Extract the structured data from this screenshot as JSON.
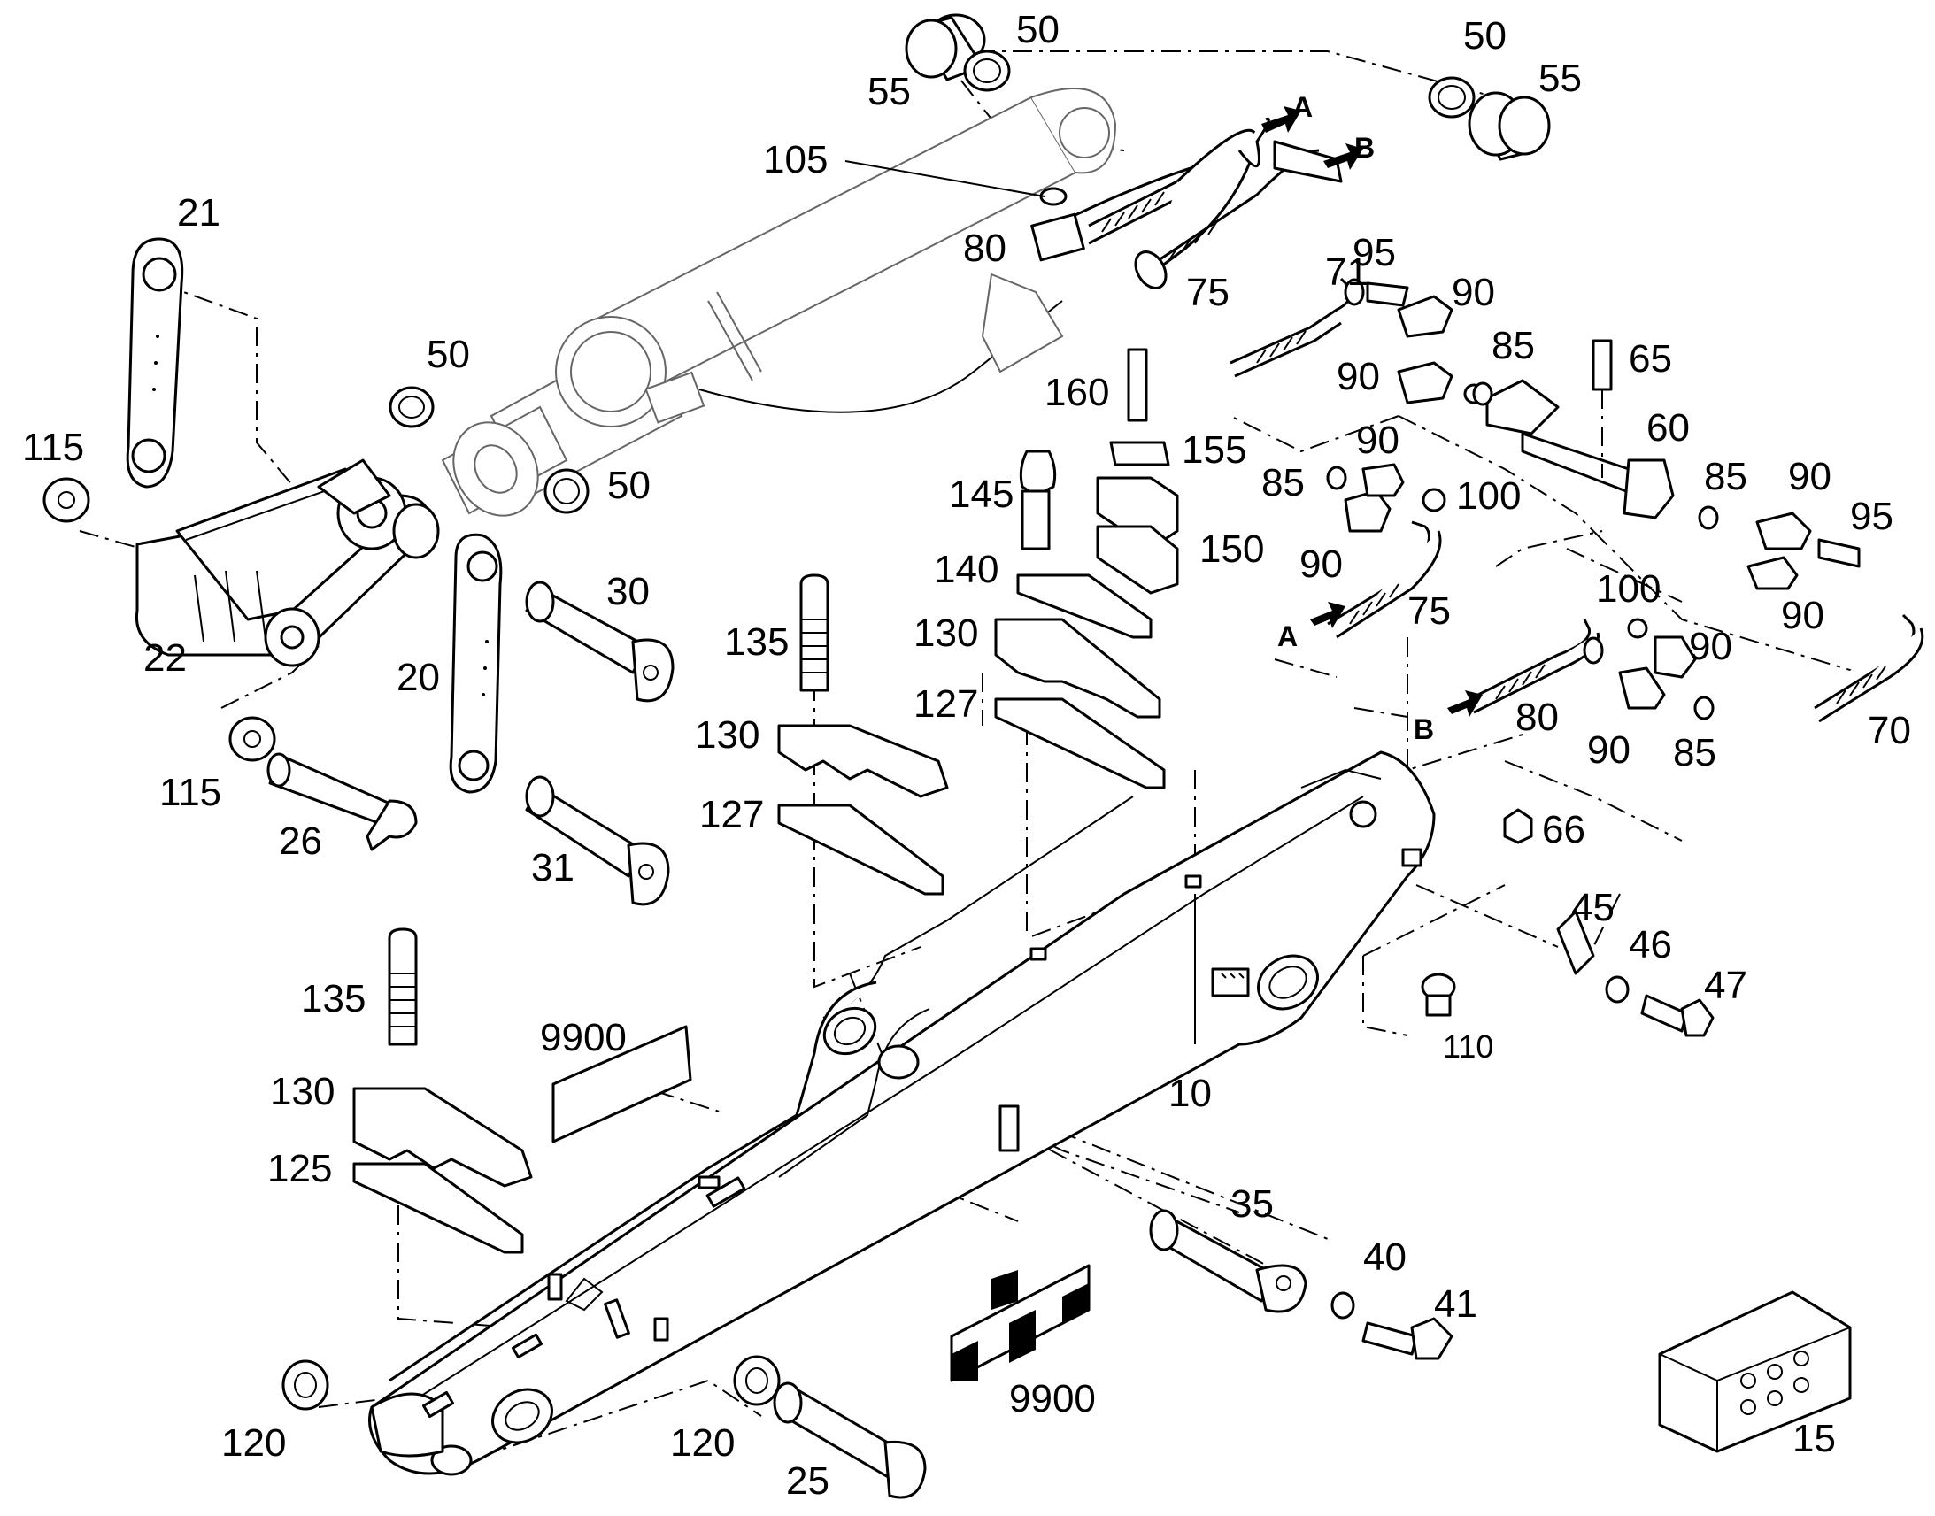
{
  "labels": {
    "l10": "10",
    "l15": "15",
    "l20": "20",
    "l21": "21",
    "l22": "22",
    "l25": "25",
    "l26": "26",
    "l30": "30",
    "l31": "31",
    "l35": "35",
    "l40": "40",
    "l41": "41",
    "l45": "45",
    "l46": "46",
    "l47": "47",
    "l50a": "50",
    "l50b": "50",
    "l50c": "50",
    "l50d": "50",
    "l55a": "55",
    "l55b": "55",
    "l60": "60",
    "l65": "65",
    "l66": "66",
    "l70": "70",
    "l71": "71",
    "l75a": "75",
    "l75b": "75",
    "l80a": "80",
    "l80b": "80",
    "l85a": "85",
    "l85b": "85",
    "l85c": "85",
    "l85d": "85",
    "l90a": "90",
    "l90b": "90",
    "l90c": "90",
    "l90d": "90",
    "l90e": "90",
    "l90f": "90",
    "l90g": "90",
    "l90h": "90",
    "l95a": "95",
    "l95b": "95",
    "l100a": "100",
    "l100b": "100",
    "l105": "105",
    "l110": "110",
    "l115a": "115",
    "l115b": "115",
    "l120a": "120",
    "l120b": "120",
    "l125": "125",
    "l127a": "127",
    "l127b": "127",
    "l130a": "130",
    "l130b": "130",
    "l130c": "130",
    "l135a": "135",
    "l135b": "135",
    "l140": "140",
    "l145": "145",
    "l150": "150",
    "l155": "155",
    "l160": "160",
    "l9900a": "9900",
    "l9900b": "9900",
    "portA1": "A",
    "portB1": "B",
    "portA2": "A",
    "portB2": "B"
  }
}
